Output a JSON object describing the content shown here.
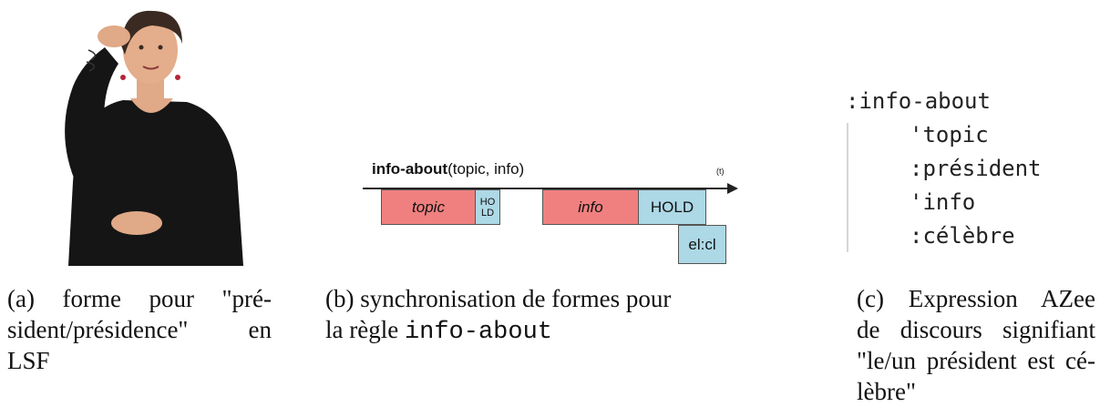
{
  "panel_a": {
    "caption": "(a) forme pour \"pré-sident/présidence\" en LSF",
    "caption_lines": [
      "(a) forme pour \"pré-",
      "sident/présidence\" en",
      "LSF"
    ]
  },
  "panel_b": {
    "title_bold": "info-about",
    "title_rest": "(topic, info)",
    "time_label": "(t)",
    "blocks": {
      "topic": "topic",
      "hold_small_1": "HO",
      "hold_small_2": "LD",
      "info": "info",
      "hold": "HOLD",
      "elcl": "el:cl"
    },
    "caption_line1": "(b) synchronisation de formes pour",
    "caption_line2_text": "la règle ",
    "caption_line2_code": "info-about"
  },
  "panel_c": {
    "code_lines": [
      ":info-about",
      "'topic",
      ":président",
      "'info",
      ":célèbre"
    ],
    "caption_lines": [
      "(c) Expression AZee",
      "de discours signifiant",
      "\"le/un président est cé-",
      "lèbre\""
    ]
  }
}
